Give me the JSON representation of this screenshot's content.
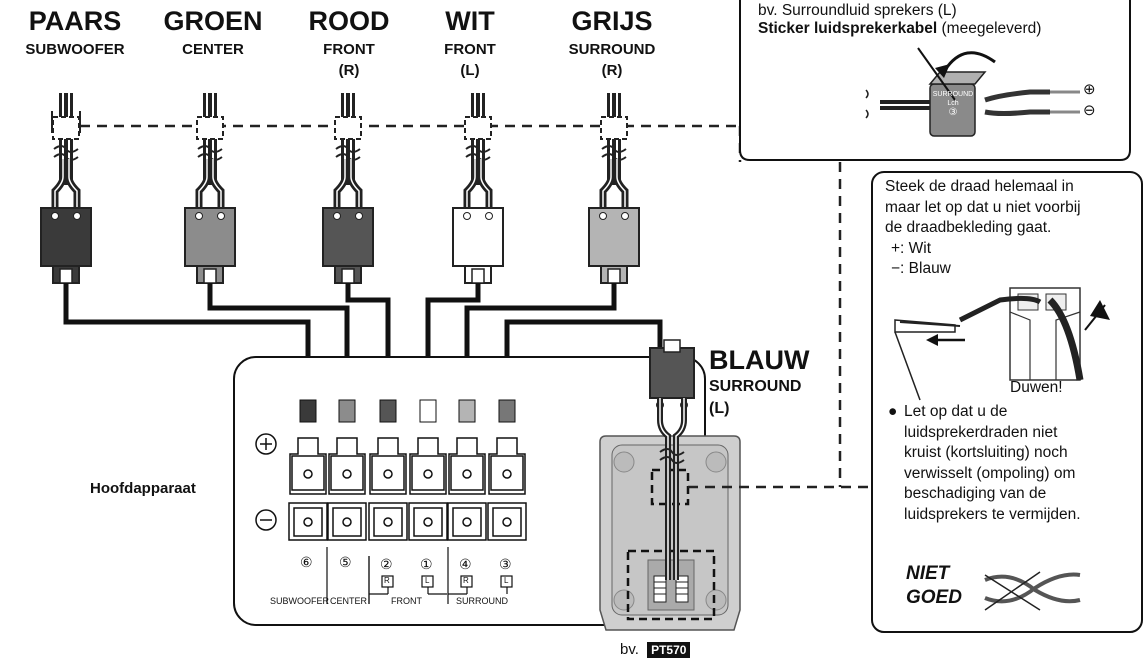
{
  "connectors": [
    {
      "color": "PAARS",
      "sub": "SUBWOOFER",
      "side": "",
      "fill": "#3a3a3a"
    },
    {
      "color": "GROEN",
      "sub": "CENTER",
      "side": "",
      "fill": "#8c8c8c"
    },
    {
      "color": "ROOD",
      "sub": "FRONT",
      "side": "(R)",
      "fill": "#555555"
    },
    {
      "color": "WIT",
      "sub": "FRONT",
      "side": "(L)",
      "fill": "#ffffff"
    },
    {
      "color": "GRIJS",
      "sub": "SURROUND",
      "side": "(R)",
      "fill": "#b4b4b4"
    }
  ],
  "blue_connector": {
    "color": "BLAUW",
    "sub": "SURROUND",
    "side": "(L)",
    "fill": "#555555"
  },
  "sticker_box": {
    "line1": "bv. Surroundluid sprekers (L)",
    "line2_bold": "Sticker luidsprekerkabel",
    "line2_rest": " (meegeleverd)",
    "tag_line1": "SURROUND",
    "tag_line2": "Lch",
    "tag_num": "③",
    "plus": "⊕",
    "minus": "⊖"
  },
  "instructions": {
    "text_lines": [
      "Steek de draad helemaal in",
      "maar let op dat u niet voorbij",
      "de draadbekleding gaat."
    ],
    "plus_line": "+: Wit",
    "minus_line": "−: Blauw",
    "push_label": "Duwen!",
    "bullet": "●",
    "warning_lines": [
      "Let op dat u de",
      "luidsprekerdraden niet",
      "kruist (kortsluiting) noch",
      "verwisselt (ompoling) om",
      "beschadiging van de",
      "luidsprekers te vermijden."
    ],
    "niet_goed_1": "NIET",
    "niet_goed_2": "GOED"
  },
  "main_unit": {
    "label": "Hoofdapparaat",
    "plus_symbol": "⊕",
    "minus_symbol": "⊖",
    "terminal_fills": [
      "#3a3a3a",
      "#8c8c8c",
      "#555555",
      "#ffffff",
      "#b4b4b4",
      "#555555"
    ],
    "numbers": [
      "⑥",
      "⑤",
      "②",
      "①",
      "④",
      "③"
    ],
    "sides": [
      "",
      "",
      "R",
      "L",
      "R",
      "L"
    ],
    "group_labels": [
      "SUBWOOFER",
      "CENTER",
      "FRONT",
      "SURROUND"
    ]
  },
  "speaker_caption": {
    "prefix": "bv.",
    "model": "PT570"
  }
}
